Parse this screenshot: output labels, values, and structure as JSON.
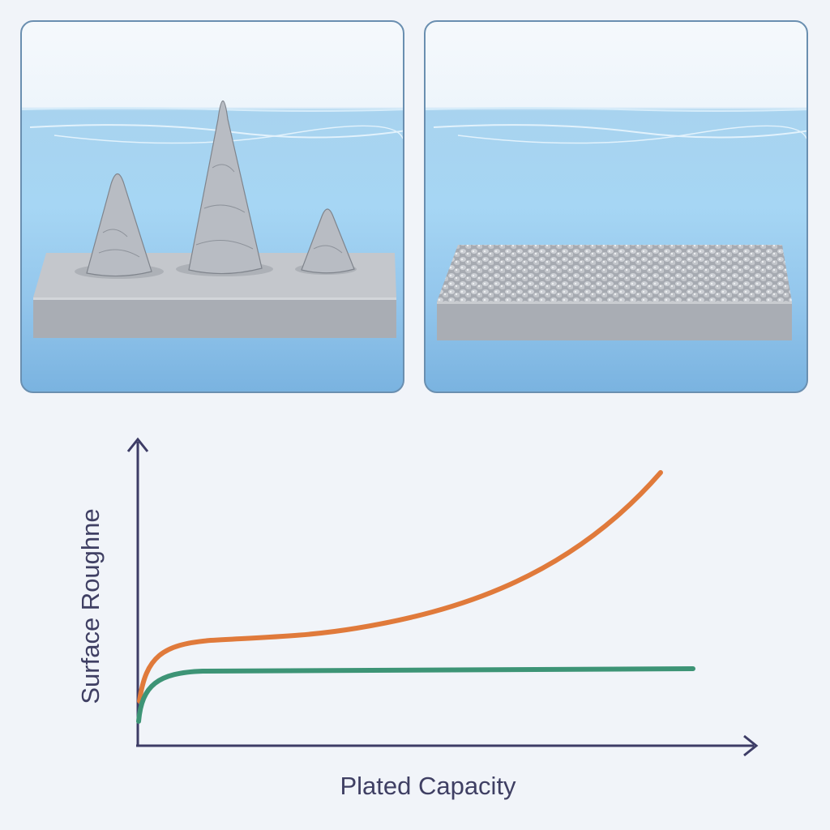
{
  "panels": [
    {
      "id": "dendritic",
      "description": "Needle-like dendrite spikes growing from a metal slab submerged in electrolyte",
      "spike_count": 3
    },
    {
      "id": "uniform",
      "description": "Dense uniform granular deposit covering a metal slab submerged in electrolyte"
    }
  ],
  "chart_data": {
    "type": "line",
    "title": "",
    "xlabel": "Plated Capacity",
    "ylabel": "Surface Roughness",
    "ylabel_visible_text": "Surface Roughne",
    "x_ticks": [],
    "y_ticks": [],
    "grid": false,
    "legend": null,
    "x": [
      0,
      0.05,
      0.1,
      0.2,
      0.3,
      0.4,
      0.5,
      0.6,
      0.7,
      0.8,
      0.9,
      1.0
    ],
    "series": [
      {
        "name": "orange",
        "color": "#e07a3b",
        "values": [
          0.12,
          0.42,
          0.47,
          0.5,
          0.53,
          0.57,
          0.61,
          0.67,
          0.75,
          0.85,
          0.98,
          1.0
        ],
        "x_end": 0.93
      },
      {
        "name": "green",
        "color": "#3d9476",
        "values": [
          0.05,
          0.28,
          0.31,
          0.32,
          0.32,
          0.32,
          0.32,
          0.32,
          0.32,
          0.32,
          0.32,
          0.32
        ]
      }
    ],
    "axis_color": "#3d3c66"
  },
  "colors": {
    "axis": "#3d3c66",
    "orange_curve": "#e07a3b",
    "green_curve": "#3d9476",
    "label_text": "#3f3f63",
    "panel_border": "#6a8fb0",
    "water": "#a6d6f4",
    "metal": "#b9bcc2"
  }
}
